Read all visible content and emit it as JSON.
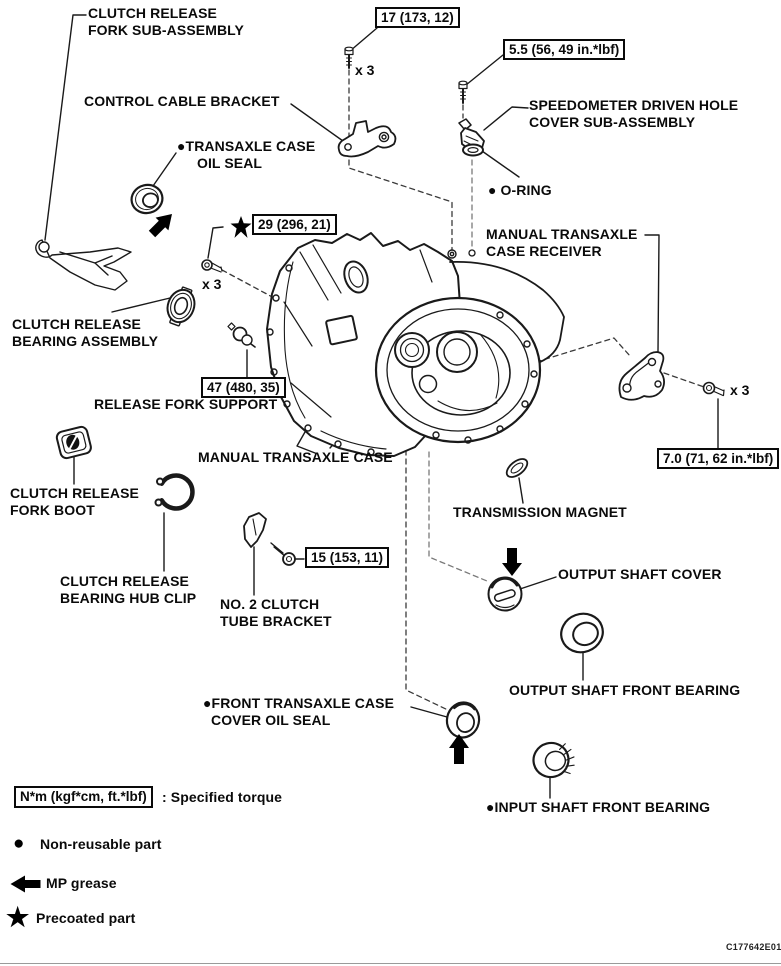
{
  "figure": {
    "code": "C177642E01"
  },
  "callouts": {
    "fork_sub_assembly": "CLUTCH RELEASE\nFORK SUB-ASSEMBLY",
    "control_cable_bracket": "CONTROL CABLE BRACKET",
    "transaxle_case_oil_seal": "●TRANSAXLE CASE\n     OIL SEAL",
    "speedometer_cover": "SPEEDOMETER DRIVEN HOLE\nCOVER SUB-ASSEMBLY",
    "o_ring": "● O-RING",
    "case_receiver": "MANUAL TRANSAXLE\nCASE RECEIVER",
    "release_bearing": "CLUTCH RELEASE\nBEARING ASSEMBLY",
    "release_fork_support": "RELEASE FORK SUPPORT",
    "manual_transaxle_case": "MANUAL TRANSAXLE CASE",
    "transmission_magnet": "TRANSMISSION MAGNET",
    "fork_boot": "CLUTCH RELEASE\nFORK BOOT",
    "bearing_hub_clip": "CLUTCH RELEASE\nBEARING HUB CLIP",
    "no2_clutch_tube_bracket": "NO. 2 CLUTCH\nTUBE BRACKET",
    "output_shaft_cover": "OUTPUT SHAFT COVER",
    "output_shaft_front_bearing": "OUTPUT SHAFT FRONT BEARING",
    "front_case_cover_oil_seal": "●FRONT TRANSAXLE CASE\n  COVER OIL SEAL",
    "input_shaft_front_bearing": "●INPUT SHAFT FRONT BEARING"
  },
  "torque_specs": {
    "control_bracket_bolt": "17 (173, 12)",
    "speedometer_bolt": "5.5 (56, 49 in.*lbf)",
    "case_bolt": "29 (296, 21)",
    "fork_support": "47 (480, 35)",
    "tube_bracket_bolt": "15 (153, 11)",
    "receiver_bolt": "7.0 (71, 62 in.*lbf)"
  },
  "quantities": {
    "control_bracket_bolts": "x 3",
    "case_bolts": "x 3",
    "receiver_bolts": "x 3"
  },
  "legend": {
    "torque_unit_box": "N*m (kgf*cm, ft.*lbf)",
    "torque_desc": ": Specified torque",
    "non_reusable_icon": "●",
    "non_reusable": "Non-reusable part",
    "mp_grease": "MP grease",
    "precoated_icon": "★",
    "precoated": "Precoated part"
  }
}
